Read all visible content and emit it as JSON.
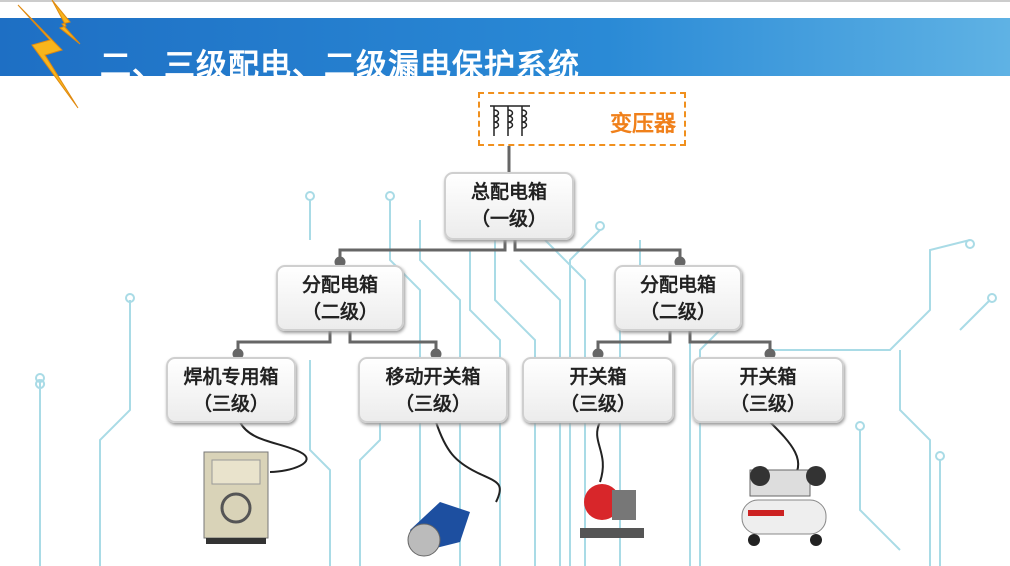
{
  "title": "二、三级配电、二级漏电保护系统",
  "transformer": {
    "label": "变压器"
  },
  "level1": {
    "name": "总配电箱",
    "level": "（一级）"
  },
  "level2": [
    {
      "name": "分配电箱",
      "level": "（二级）"
    },
    {
      "name": "分配电箱",
      "level": "（二级）"
    }
  ],
  "level3": [
    {
      "name": "焊机专用箱",
      "level": "（三级）"
    },
    {
      "name": "移动开关箱",
      "level": "（三级）"
    },
    {
      "name": "开关箱",
      "level": "（三级）"
    },
    {
      "name": "开关箱",
      "level": "（三级）"
    }
  ],
  "colors": {
    "banner": "#1e6fc4",
    "transformer": "#f0801a",
    "circuit": "#a9dbe6"
  }
}
